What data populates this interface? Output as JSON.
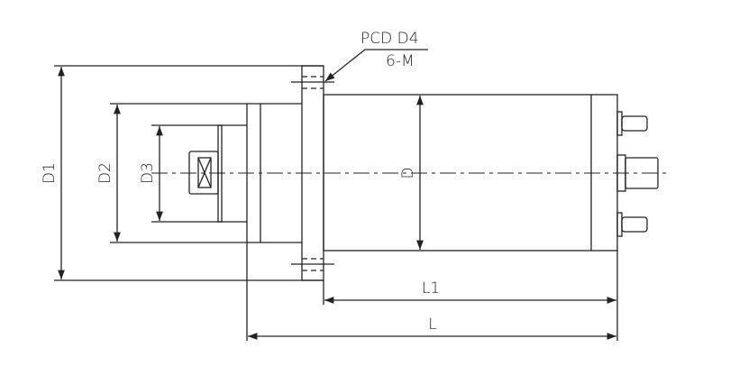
{
  "labels": {
    "pcd": "PCD D4",
    "holes": "6-M",
    "d1": "D1",
    "d2": "D2",
    "d3": "D3",
    "d": "D",
    "l1": "L1",
    "l": "L"
  }
}
